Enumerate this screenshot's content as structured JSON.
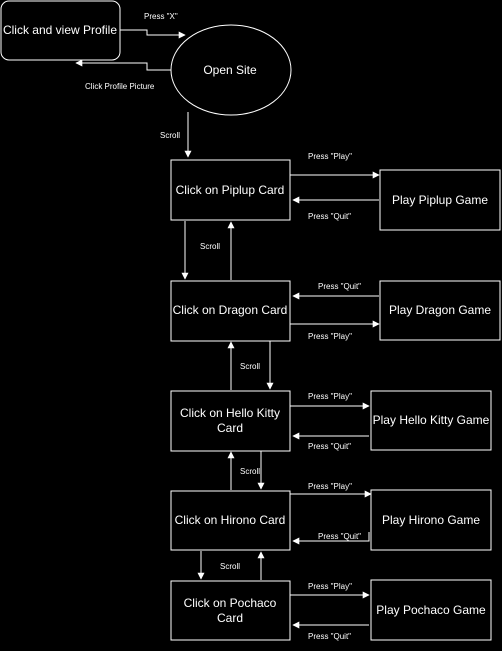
{
  "nodes": {
    "profile": "Click and view Profile",
    "open_site": "Open Site",
    "piplup_card": "Click on Piplup Card",
    "piplup_game": "Play Piplup Game",
    "dragon_card": "Click on Dragon Card",
    "dragon_game": "Play Dragon Game",
    "hellokitty_card": [
      "Click on Hello Kitty",
      "Card"
    ],
    "hellokitty_game": "Play Hello Kitty Game",
    "hirono_card": "Click on Hirono Card",
    "hirono_game": "Play Hirono Game",
    "pochaco_card": [
      "Click on Pochaco",
      "Card"
    ],
    "pochaco_game": "Play Pochaco Game"
  },
  "edges": {
    "press_x": "Press \"X\"",
    "click_profile_picture": "Click Profile Picture",
    "scroll": "Scroll",
    "press_play": "Press \"Play\"",
    "press_quit": "Press \"Quit\""
  },
  "colors": {
    "background": "#000000",
    "stroke": "#ffffff",
    "text": "#ffffff"
  }
}
